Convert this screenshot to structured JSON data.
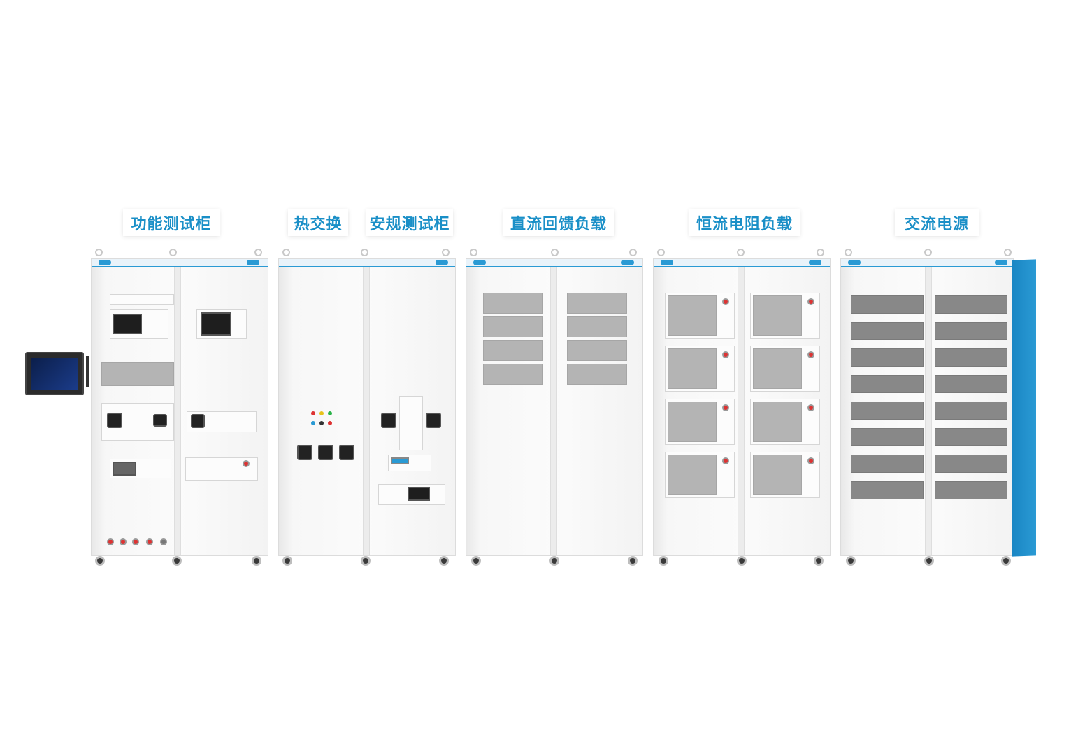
{
  "labels": [
    {
      "id": "functional",
      "text": "功能测试柜"
    },
    {
      "id": "heat",
      "text": "热交换"
    },
    {
      "id": "safety",
      "text": "安规测试柜"
    },
    {
      "id": "dc",
      "text": "直流回馈负载"
    },
    {
      "id": "cc",
      "text": "恒流电阻负载"
    },
    {
      "id": "ac",
      "text": "交流电源"
    }
  ],
  "colors": {
    "accent": "#1a8fc7",
    "brand_blue": "#2a9ad4",
    "frame": "#f5f5f5"
  }
}
